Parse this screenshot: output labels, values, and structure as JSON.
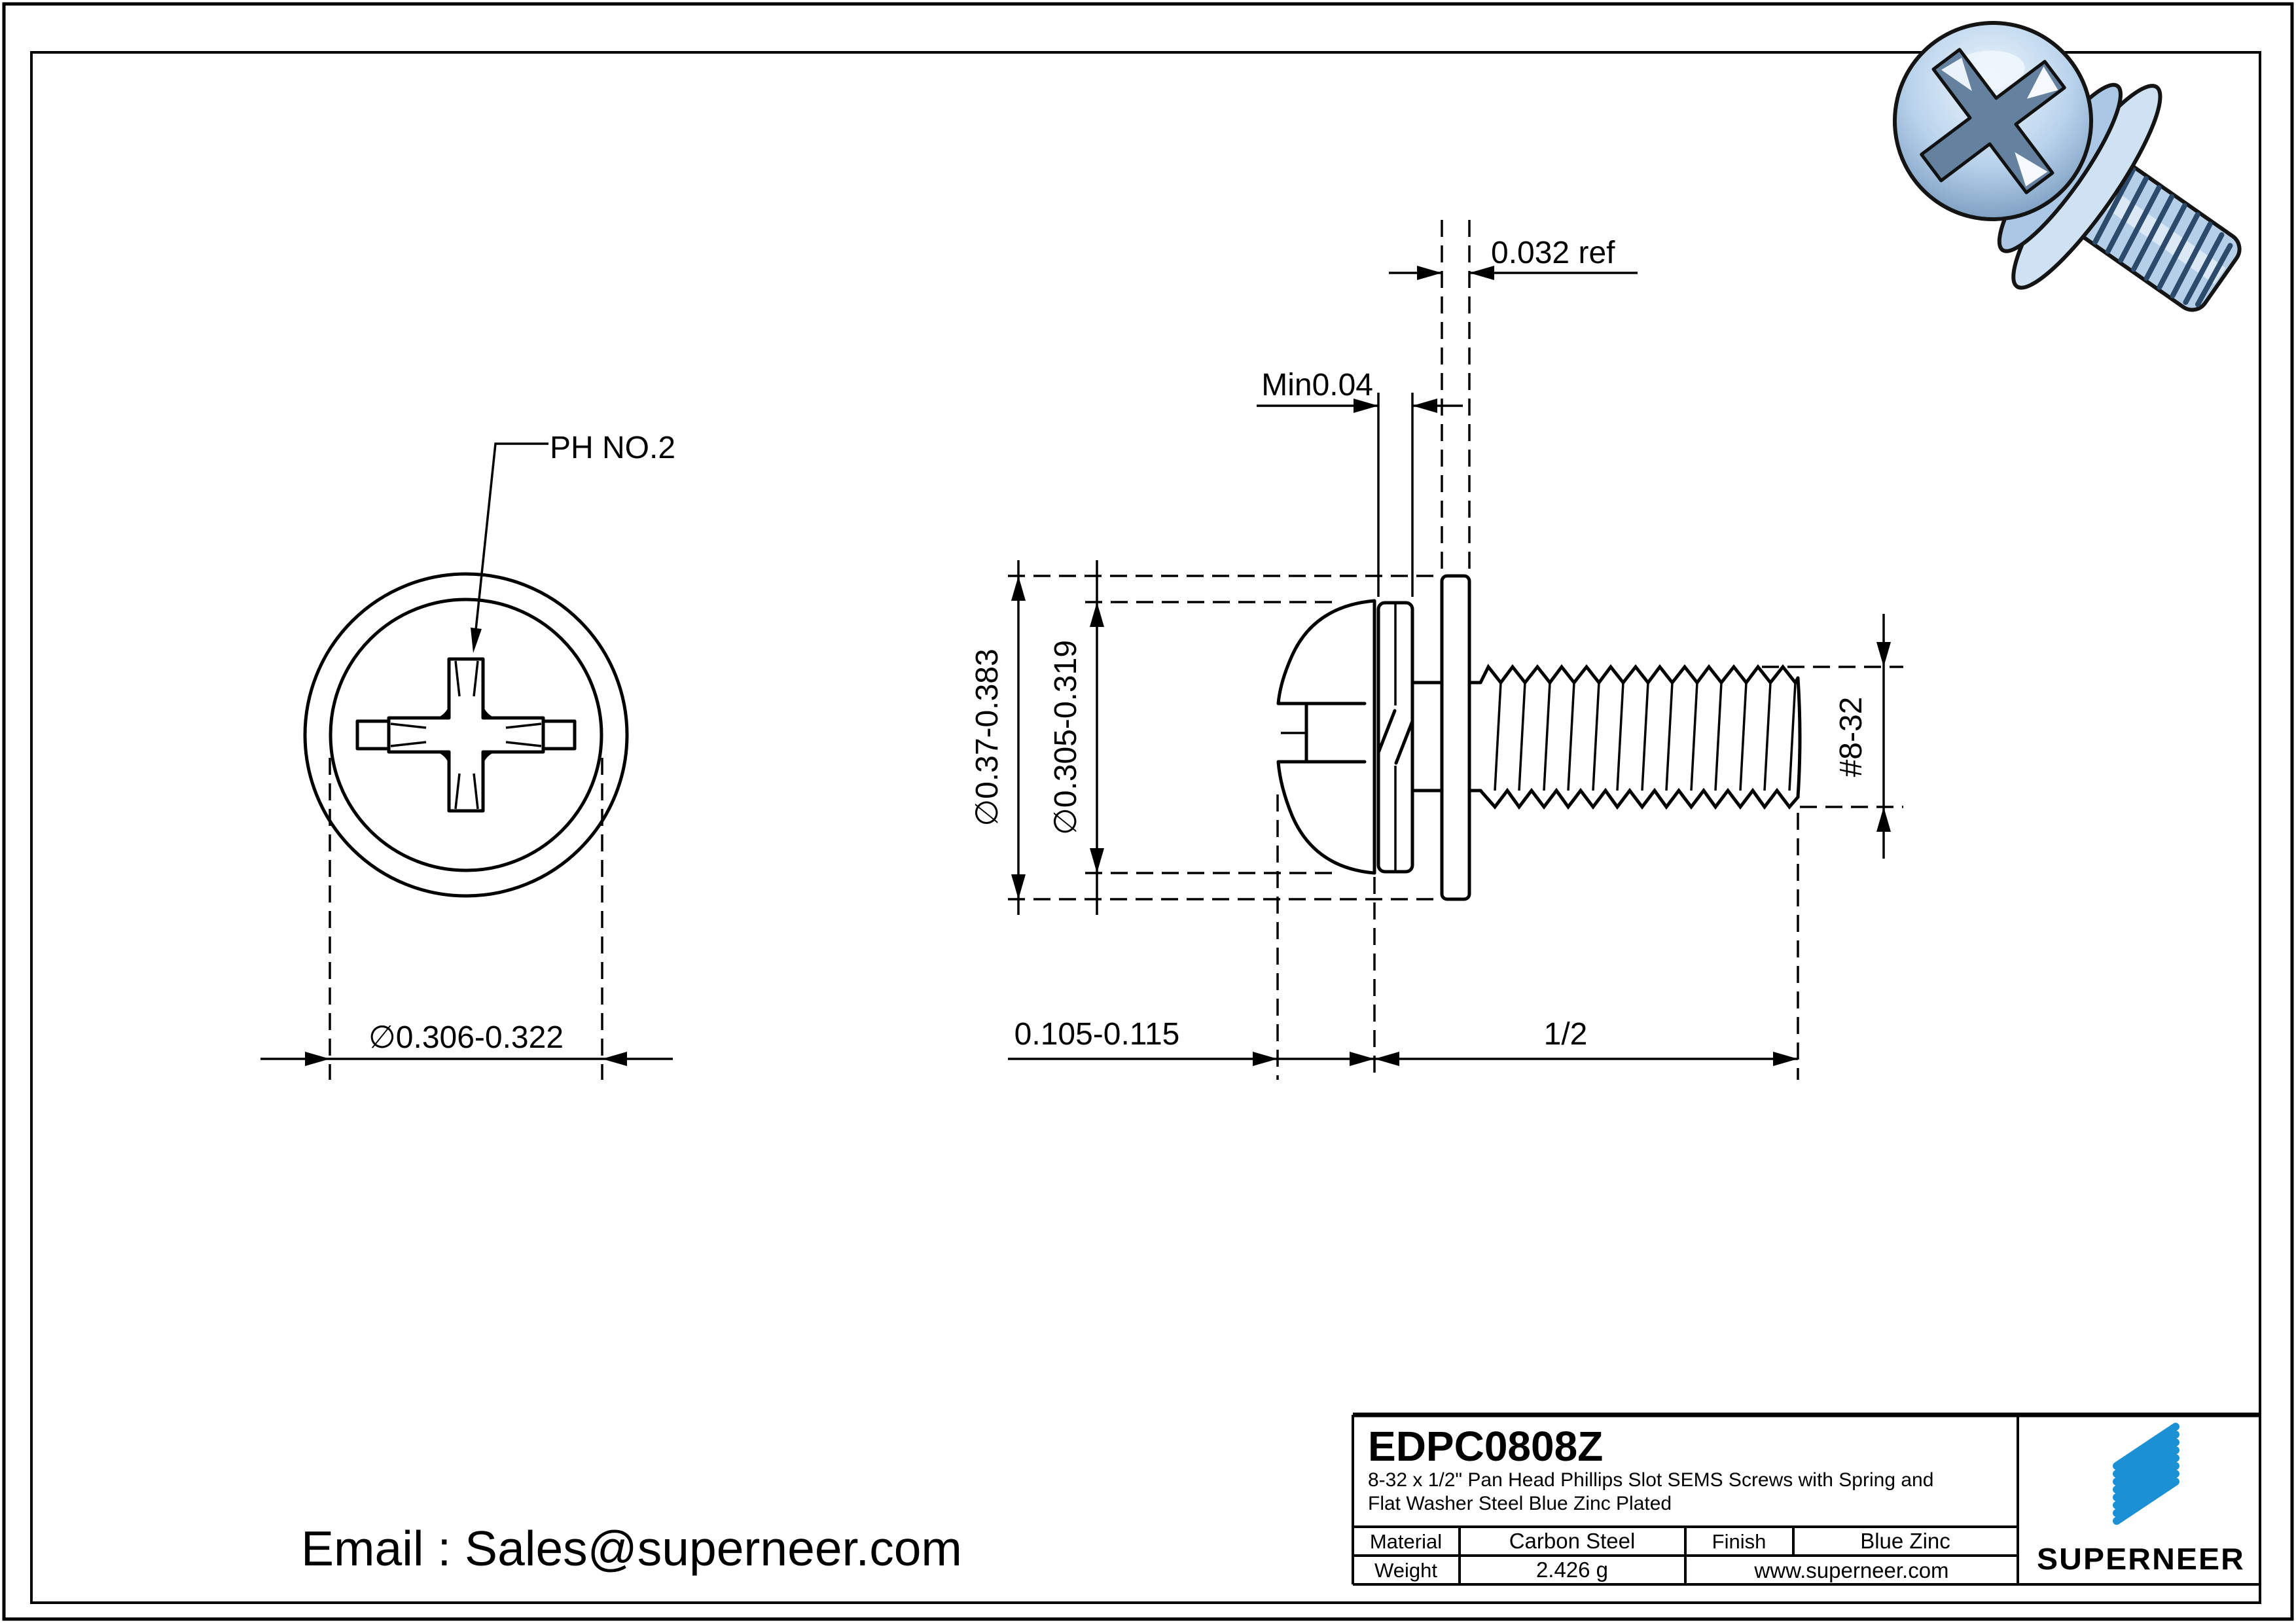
{
  "colors": {
    "background": "#ffffff",
    "line": "#000000",
    "accent_blue": "#1b90d5",
    "render_light_blue": "#cfe2f4",
    "render_mid_blue": "#9dbddd"
  },
  "front_view": {
    "drive_label": "PH NO.2",
    "head_dia_label": "∅0.306-0.322"
  },
  "side_view": {
    "washer_thickness_ref_label": "0.032 ref",
    "spring_min_label": "Min0.04",
    "washer_od_label": "∅0.37-0.383",
    "head_od_label": "∅0.305-0.319",
    "thread_size_label": "#8-32",
    "head_height_label": "0.105-0.115",
    "thread_length_label": "1/2"
  },
  "footer": {
    "email": "Email : Sales@superneer.com"
  },
  "title_block": {
    "part_number": "EDPC0808Z",
    "description_line1": "8-32 x 1/2\" Pan Head Phillips Slot SEMS Screws with Spring and",
    "description_line2": "Flat Washer Steel Blue Zinc Plated",
    "material_label": "Material",
    "material_value": "Carbon Steel",
    "finish_label": "Finish",
    "finish_value": "Blue Zinc",
    "weight_label": "Weight",
    "weight_value": "2.426 g",
    "website": "www.superneer.com",
    "brand": "SUPERNEER"
  }
}
